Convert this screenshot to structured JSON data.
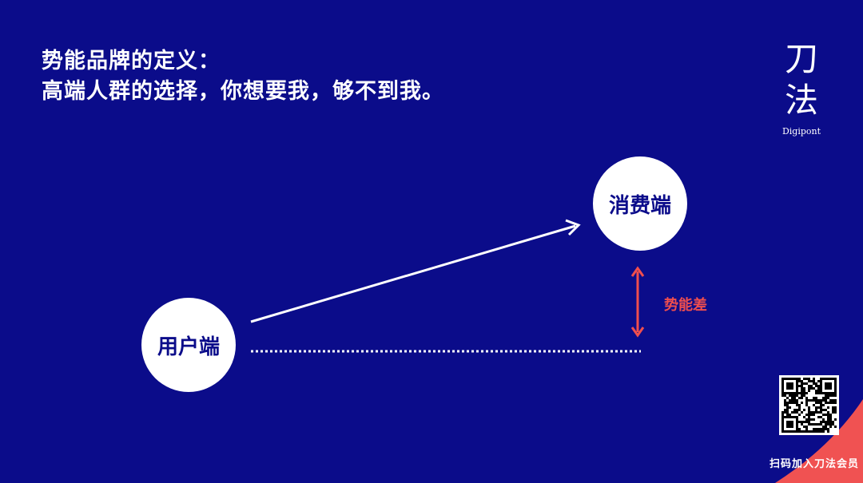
{
  "title": {
    "line1": "势能品牌的定义：",
    "line2": "高端人群的选择，你想要我，够不到我。"
  },
  "logo": {
    "chars": [
      "刀",
      "法"
    ],
    "sub": "Digipont"
  },
  "nodes": {
    "user": "用户端",
    "consumer": "消费端"
  },
  "gap_label": "势能差",
  "qr_caption": "扫码加入刀法会员",
  "colors": {
    "background": "#0b0c8a",
    "accent": "#f04e4e"
  }
}
